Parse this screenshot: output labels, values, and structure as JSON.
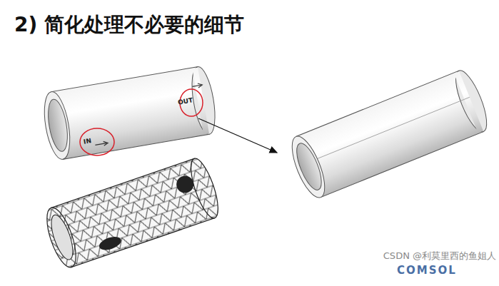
{
  "diagram": {
    "title": "2) 简化处理不必要的细节",
    "labels": [
      "IN",
      "OUT",
      "COMSOL",
      "CSDN @利莫里西的鱼姐人"
    ]
  }
}
